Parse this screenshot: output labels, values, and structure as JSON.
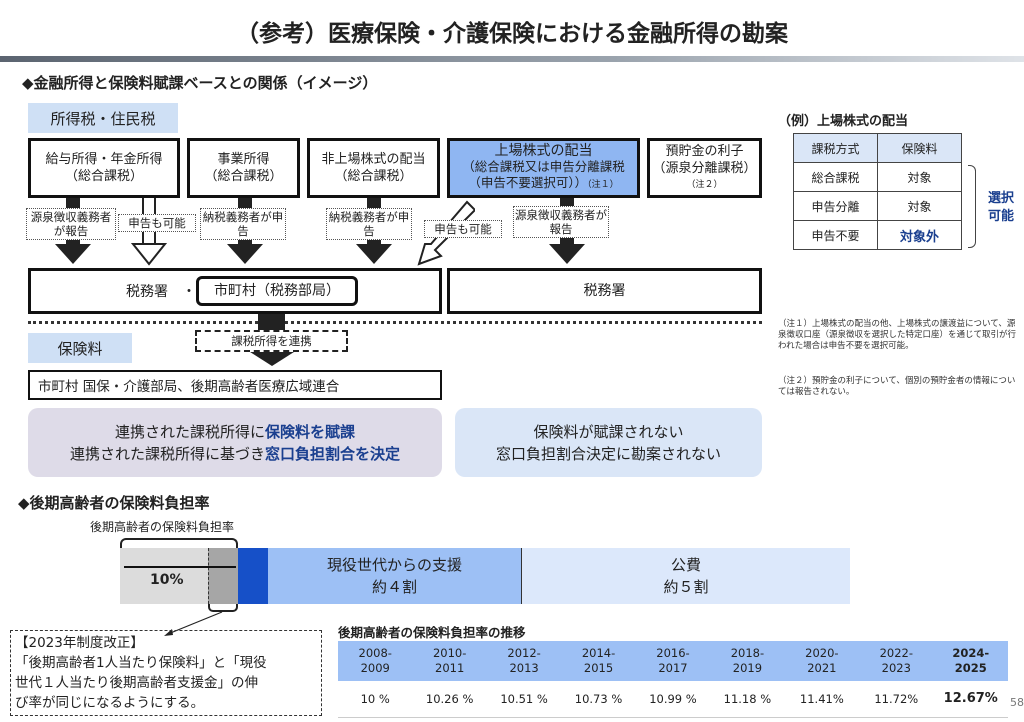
{
  "title": "（参考）医療保険・介護保険における金融所得の勘案",
  "section1": "◆金融所得と保険料賦課ベースとの関係（イメージ）",
  "tax_label": "所得税・住民税",
  "sources": [
    {
      "line1": "給与所得・年金所得",
      "line2": "（総合課税）"
    },
    {
      "line1": "事業所得",
      "line2": "（総合課税）"
    },
    {
      "line1": "非上場株式の配当",
      "line2": "（総合課税）"
    },
    {
      "line1": "上場株式の配当",
      "line2": "（総合課税又は申告分離課税",
      "line3": "（申告不要選択可））",
      "note": "（注１）"
    },
    {
      "line1": "預貯金の利子",
      "line2": "（源泉分離課税）",
      "note": "（注２）"
    }
  ],
  "flows": {
    "f1": "源泉徴収義務者が報告",
    "f2": "申告も可能",
    "f3": "納税義務者が申告",
    "f4": "納税義務者が申告",
    "f5": "申告も可能",
    "f6": "源泉徴収義務者が報告"
  },
  "tax_office_left": "税務署　・",
  "municipality_tax": "市町村（税務部局）",
  "tax_office_right": "税務署",
  "link_label": "課税所得を連携",
  "premium_label": "保険料",
  "insurer": "市町村 国保・介護部局、後期高齢者医療広域連合",
  "left_panel": {
    "l1a": "連携された課税所得に",
    "l1b": "保険料を賦課",
    "l2a": "連携された課税所得に基づき",
    "l2b": "窓口負担割合を決定"
  },
  "right_panel": {
    "l1": "保険料が賦課されない",
    "l2": "窓口負担割合決定に勘案されない"
  },
  "example": {
    "title": "（例）上場株式の配当",
    "headers": [
      "課税方式",
      "保険料"
    ],
    "rows": [
      [
        "総合課税",
        "対象"
      ],
      [
        "申告分離",
        "対象"
      ],
      [
        "申告不要",
        "対象外"
      ]
    ],
    "choice": "選択可能"
  },
  "notes": [
    "（注１）上場株式の配当の他、上場株式の譲渡益について、源泉徴収口座（源泉徴収を選択した特定口座）を通じて取引が行われた場合は申告不要を選択可能。",
    "（注２）預貯金の利子について、個別の預貯金者の情報については報告されない。"
  ],
  "section2": "◆後期高齢者の保険料負担率",
  "bar": {
    "bracket_label": "後期高齢者の保険料負担率",
    "pct": "10%",
    "support1": "現役世代からの支援",
    "support2": "約４割",
    "public1": "公費",
    "public2": "約５割"
  },
  "reform": {
    "l1": "【2023年制度改正】",
    "l2": "「後期高齢者1人当たり保険料」と「現役",
    "l3": "世代１人当たり後期高齢者支援金」の伸",
    "l4": "び率が同じになるようにする。"
  },
  "trend": {
    "title": "後期高齢者の保険料負担率の推移",
    "periods": [
      [
        "2008-",
        "2009"
      ],
      [
        "2010-",
        "2011"
      ],
      [
        "2012-",
        "2013"
      ],
      [
        "2014-",
        "2015"
      ],
      [
        "2016-",
        "2017"
      ],
      [
        "2018-",
        "2019"
      ],
      [
        "2020-",
        "2021"
      ],
      [
        "2022-",
        "2023"
      ],
      [
        "2024-",
        "2025"
      ]
    ],
    "rates": [
      "10 %",
      "10.26 %",
      "10.51 %",
      "10.73 %",
      "10.99 %",
      "11.18 %",
      "11.41%",
      "11.72%",
      "12.67%"
    ]
  },
  "page": "58"
}
